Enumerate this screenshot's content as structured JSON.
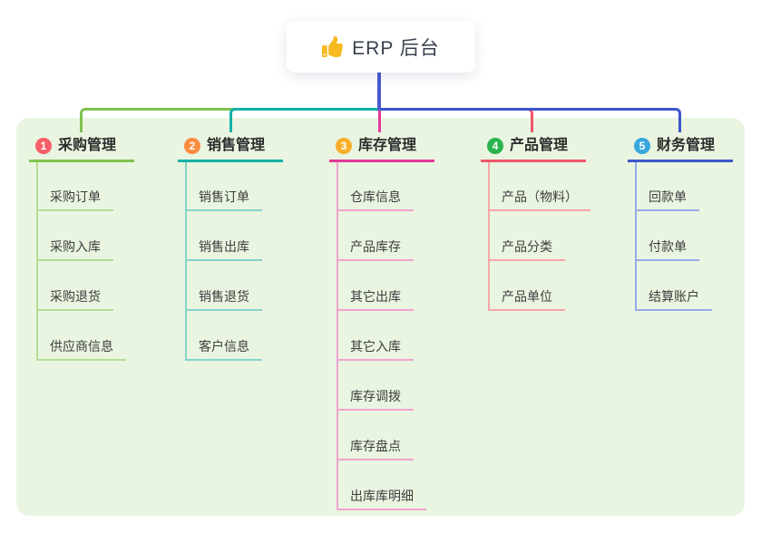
{
  "page": {
    "background": "#ffffff",
    "panel_color": "#e9f5e1"
  },
  "root": {
    "icon": "thumbs-up-icon",
    "icon_color": "#f6ba1f",
    "label": "ERP 后台",
    "trunk_color": "#4a5ad2"
  },
  "branches": [
    {
      "badge": "1",
      "badge_color": "#f65e68",
      "line_color": "#7fc24f",
      "child_line_color": "#b5dc95",
      "label": "采购管理",
      "children": [
        "采购订单",
        "采购入库",
        "采购退货",
        "供应商信息"
      ]
    },
    {
      "badge": "2",
      "badge_color": "#fb8c40",
      "line_color": "#10b2a6",
      "child_line_color": "#85d4cd",
      "label": "销售管理",
      "children": [
        "销售订单",
        "销售出库",
        "销售退货",
        "客户信息"
      ]
    },
    {
      "badge": "3",
      "badge_color": "#f9ae2b",
      "line_color": "#e33a99",
      "child_line_color": "#f3a3d0",
      "label": "库存管理",
      "children": [
        "仓库信息",
        "产品库存",
        "其它出库",
        "其它入库",
        "库存调拨",
        "库存盘点",
        "出库库明细"
      ]
    },
    {
      "badge": "4",
      "badge_color": "#2ab34c",
      "line_color": "#f0566a",
      "child_line_color": "#f8a6a6",
      "label": "产品管理",
      "children": [
        "产品（物料）",
        "产品分类",
        "产品单位"
      ]
    },
    {
      "badge": "5",
      "badge_color": "#39a7dd",
      "line_color": "#3d56ca",
      "child_line_color": "#97a9e6",
      "label": "财务管理",
      "children": [
        "回款单",
        "付款单",
        "结算账户"
      ]
    }
  ]
}
